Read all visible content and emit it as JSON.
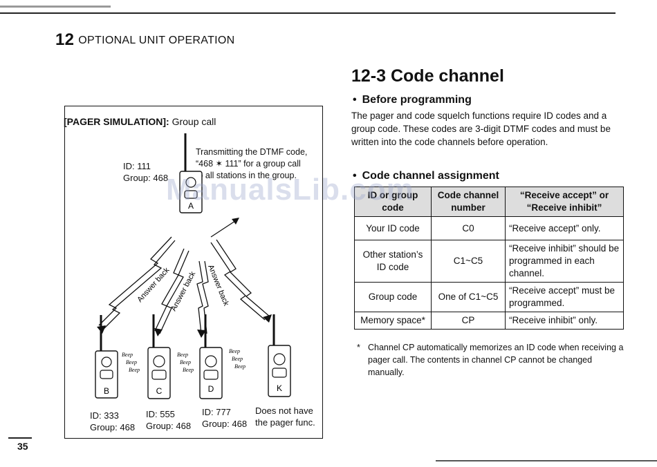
{
  "header": {
    "chapter_num": "12",
    "chapter_title": "OPTIONAL UNIT OPERATION"
  },
  "section": {
    "title": "12-3 Code channel",
    "before_programming": {
      "heading": "Before programming",
      "text": "The pager and code squelch functions require ID codes and a group code.  These codes are 3-digit DTMF codes and must be written into the code channels before operation."
    },
    "assignment": {
      "heading": "Code channel assignment",
      "columns": [
        "ID or group code",
        "Code channel number",
        "“Receive accept” or “Receive inhibit”"
      ],
      "rows": [
        [
          "Your ID code",
          "C0",
          "“Receive accept” only."
        ],
        [
          "Other station’s ID code",
          "C1~C5",
          "“Receive inhibit” should be programmed in each channel."
        ],
        [
          "Group code",
          "One of C1~C5",
          "“Receive accept” must be programmed."
        ],
        [
          "Memory space*",
          "CP",
          "“Receive inhibit” only."
        ]
      ],
      "note_mark": "*",
      "note": "Channel CP automatically memorizes an ID code when receiving a pager call.  The contents in channel CP cannot be changed manually."
    }
  },
  "simulation": {
    "title_bold": "[PAGER SIMULATION]:",
    "title_rest": " Group call",
    "caller": {
      "label": "A",
      "id": "ID: 111",
      "group": "Group: 468"
    },
    "transmit_note": [
      "Transmitting the DTMF code,",
      "“468 ✶ 111” for a group call",
      "to all stations in the group."
    ],
    "answer_back": "Answer back",
    "beep": "Beep",
    "stations": [
      {
        "label": "B",
        "id": "ID: 333",
        "group": "Group: 468"
      },
      {
        "label": "C",
        "id": "ID: 555",
        "group": "Group: 468"
      },
      {
        "label": "D",
        "id": "ID: 777",
        "group": "Group: 468"
      },
      {
        "label": "K",
        "id": "Does not have",
        "group": "the pager func."
      }
    ]
  },
  "watermark": "ManualsLib.com",
  "page_number": "35"
}
